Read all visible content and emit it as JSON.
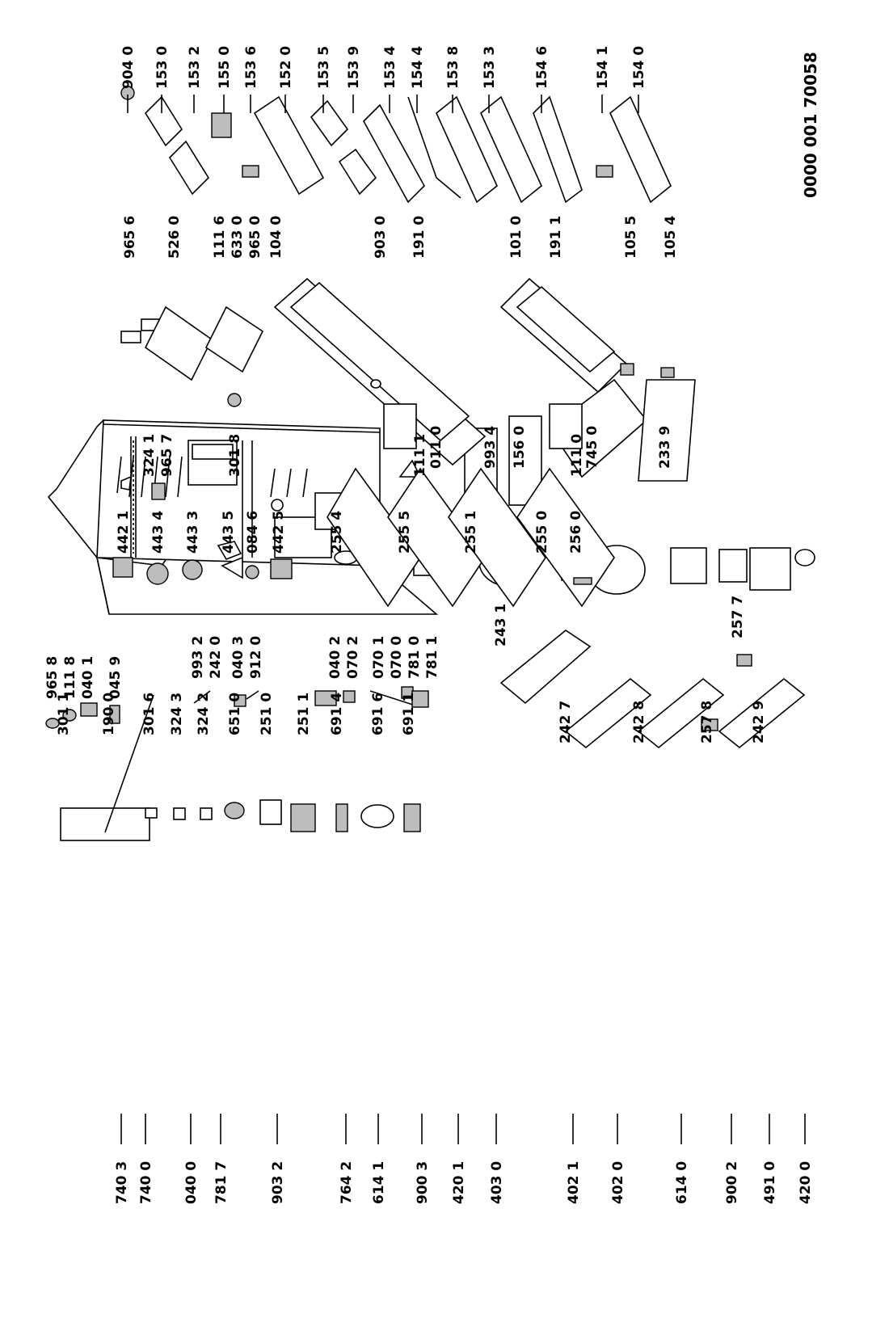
{
  "document_number": "0000 001 70058",
  "labels_bottom_row": [
    "740 3",
    "740 0",
    "040 0",
    "781 7",
    "903 2",
    "764 2",
    "614 1",
    "900 3",
    "420 1",
    "403 0",
    "402 1",
    "402 0",
    "614 0",
    "900 2",
    "491 0",
    "420 0"
  ],
  "labels_col2_top": [
    "965 8",
    "111 8",
    "040 1",
    "045 9"
  ],
  "labels_col2_mid": [
    "993 2",
    "242 0",
    "040 3",
    "912 0"
  ],
  "labels_col2_low": [
    "040 2",
    "070 2",
    "070 1",
    "070 0",
    "781 0",
    "781 1"
  ],
  "labels_col2_bottom": [
    "011 0",
    "993 4",
    "156 0",
    "745 0",
    "233 9"
  ],
  "labels_col3": [
    "301 1",
    "190 0",
    "301 6",
    "324 3",
    "324 2",
    "651 0",
    "251 0",
    "251 1",
    "691 4",
    "691 6",
    "691 1"
  ],
  "labels_col3_bottom": [
    "243 1",
    "242 7",
    "242 8",
    "257 8",
    "242 9",
    "257 7"
  ],
  "labels_col4": [
    "442 1",
    "443 4",
    "443 3",
    "443 5",
    "084 6",
    "442 5",
    "255 4",
    "255 5",
    "255 1",
    "255 0",
    "256 0"
  ],
  "labels_col5_left": [
    "324 1",
    "965 7",
    "301 8",
    "111 1",
    "111 0"
  ],
  "labels_col5_right": [
    "965 6",
    "526 0",
    "111 6",
    "633 0",
    "965 0",
    "104 0",
    "903 0",
    "191 0",
    "101 0",
    "191 1",
    "105 5",
    "105 4"
  ],
  "labels_col6": [
    "904 0",
    "153 0",
    "153 2",
    "155 0",
    "153 6",
    "152 0",
    "153 5",
    "153 9",
    "153 4",
    "154 4",
    "153 8",
    "153 3",
    "154 6",
    "154 1",
    "154 0"
  ]
}
